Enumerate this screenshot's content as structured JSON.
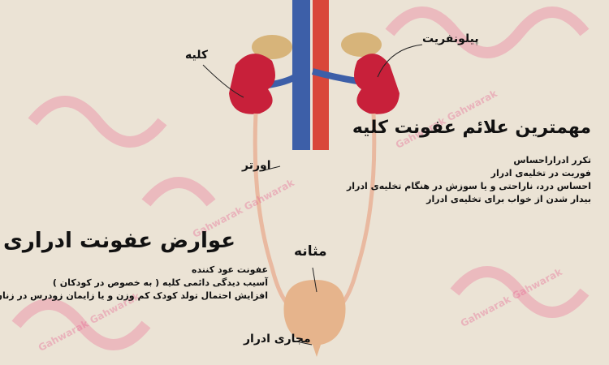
{
  "labels": {
    "kidney": "کلیه",
    "pyelonephritis": "پیلونفریت",
    "ureter": "اورتر",
    "bladder": "مثانه",
    "urethra": "مجاری ادرار"
  },
  "symptoms": {
    "title": "مهمترین علائم عفونت کلیه",
    "items": [
      "تکرر ادراراحساس",
      "فوریت در تخلیه‌ی ادرار",
      "احساس درد، ناراحتی و یا سوزش در هنگام تخلیه‌ی ادرار",
      "بیدار شدن از خواب برای تخلیه‌ی ادرار"
    ]
  },
  "complications": {
    "title": "عوارض عفونت ادراری",
    "items": [
      "عفونت عود کننده",
      "آسیب دیدگی دائمی کلیه ( به خصوص در کودکان )",
      "افزایش احتمال تولد کودک کم وزن و یا زایمان زودرس در زنان"
    ]
  },
  "watermark": "Gahwarak Gahwarak",
  "colors": {
    "background": "#ebe3d5",
    "kidney": "#c8203a",
    "artery": "#d9473a",
    "vein": "#3d5fa8",
    "bladder": "#e6b48c",
    "watermark": "#e65a8c"
  }
}
